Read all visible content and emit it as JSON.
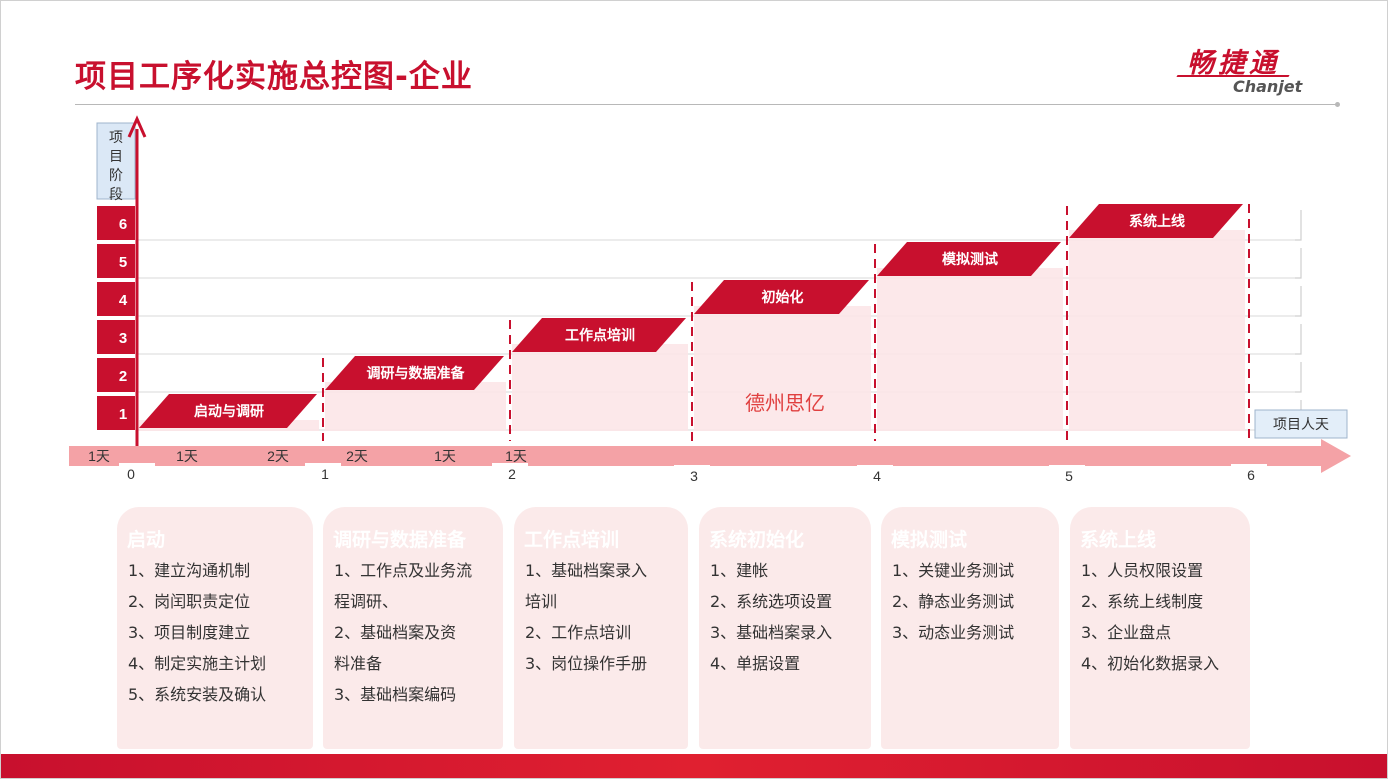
{
  "title": "项目工序化实施总控图-企业",
  "logo": {
    "cn": "畅捷通",
    "en": "Chanjet"
  },
  "y_axis_label": "项目阶段",
  "x_axis_label": "项目人天",
  "watermark": "德州思亿",
  "colors": {
    "accent": "#c8102e",
    "shade": "#fce4e6",
    "arrow": "#f4a2a6"
  },
  "chart_data": {
    "type": "step",
    "y_levels": [
      "1",
      "2",
      "3",
      "4",
      "5",
      "6"
    ],
    "x_ticks": [
      "0",
      "1",
      "2",
      "3",
      "4",
      "5",
      "6"
    ],
    "day_labels": [
      "1天",
      "1天",
      "2天",
      "2天",
      "1天",
      "1天"
    ],
    "stages": [
      {
        "name": "启动与调研",
        "level": 1,
        "x_start": 0,
        "x_end": 1
      },
      {
        "name": "调研与数据准备",
        "level": 2,
        "x_start": 1,
        "x_end": 2
      },
      {
        "name": "工作点培训",
        "level": 3,
        "x_start": 2,
        "x_end": 3
      },
      {
        "name": "初始化",
        "level": 4,
        "x_start": 3,
        "x_end": 4
      },
      {
        "name": "模拟测试",
        "level": 5,
        "x_start": 4,
        "x_end": 5
      },
      {
        "name": "系统上线",
        "level": 6,
        "x_start": 5,
        "x_end": 6
      }
    ]
  },
  "cards": [
    {
      "title": "启动",
      "items": [
        "1、建立沟通机制",
        "2、岗闰职责定位",
        "3、项目制度建立",
        "4、制定实施主计划",
        "5、系统安装及确认"
      ]
    },
    {
      "title": "调研与数据准备",
      "items": [
        "1、工作点及业务流",
        "程调研、",
        "2、基础档案及资",
        "料准备",
        "3、基础档案编码"
      ]
    },
    {
      "title": "工作点培训",
      "items": [
        "1、基础档案录入",
        "培训",
        "2、工作点培训",
        "3、岗位操作手册"
      ]
    },
    {
      "title": "系统初始化",
      "items": [
        "1、建帐",
        "2、系统选项设置",
        "3、基础档案录入",
        "4、单据设置"
      ]
    },
    {
      "title": "模拟测试",
      "items": [
        "1、关键业务测试",
        "2、静态业务测试",
        "3、动态业务测试"
      ]
    },
    {
      "title": "系统上线",
      "items": [
        "1、人员权限设置",
        "2、系统上线制度",
        "3、企业盘点",
        "4、初始化数据录入"
      ]
    }
  ]
}
